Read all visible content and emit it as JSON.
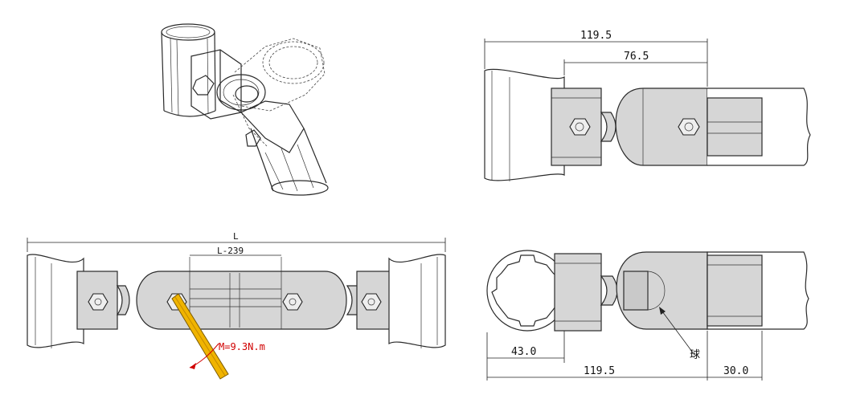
{
  "views": {
    "iso": {
      "name": "isometric-view"
    },
    "top_right": {
      "dim_overall": "119.5",
      "dim_inner": "76.5"
    },
    "bottom_left": {
      "dim_total": "L",
      "dim_length": "L-239",
      "torque": "M=9.3N.m"
    },
    "bottom_right": {
      "dim_left": "43.0",
      "dim_overall": "119.5",
      "dim_right": "30.0",
      "ball_label": "球"
    }
  },
  "colors": {
    "line": "#2a2a2a",
    "part_fill": "#d6d6d6",
    "wrench": "#f0b400",
    "torque_text": "#d00000"
  }
}
